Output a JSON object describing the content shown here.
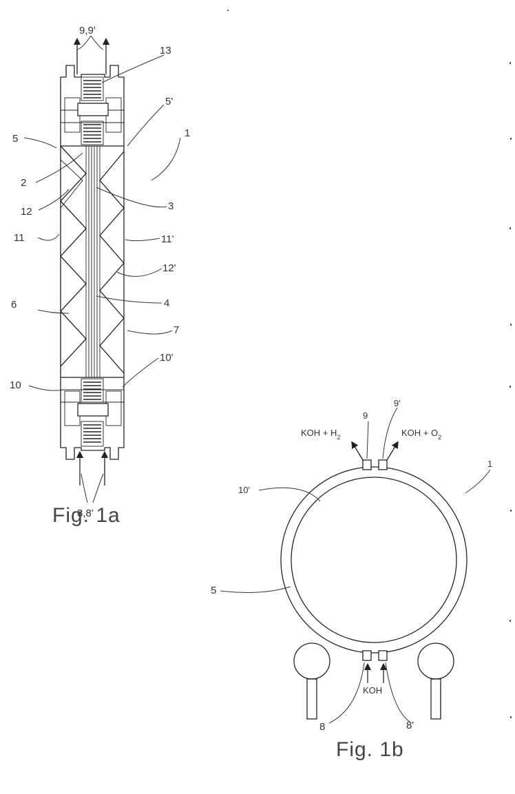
{
  "figures": {
    "fig1a": {
      "caption": "Fig. 1a",
      "labels": {
        "top_ports": "9,9'",
        "coil": "13",
        "side_5_left": "5",
        "side_5_right": "5'",
        "assembly": "1",
        "part_2": "2",
        "part_3": "3",
        "part_12": "12",
        "part_11": "11",
        "part_11p": "11'",
        "part_12p": "12'",
        "part_6": "6",
        "part_4": "4",
        "part_7": "7",
        "part_10": "10",
        "part_10p": "10'",
        "bottom_ports": "8,8'"
      }
    },
    "fig1b": {
      "caption": "Fig. 1b",
      "labels": {
        "port_9": "9",
        "port_9p": "9'",
        "out_left_main": "KOH + H",
        "out_left_sub": "2",
        "out_right_main": "KOH + O",
        "out_right_sub": "2",
        "assembly": "1",
        "ring": "10'",
        "disc": "5",
        "inlet": "KOH",
        "port_8": "8",
        "port_8p": "8'"
      }
    }
  }
}
